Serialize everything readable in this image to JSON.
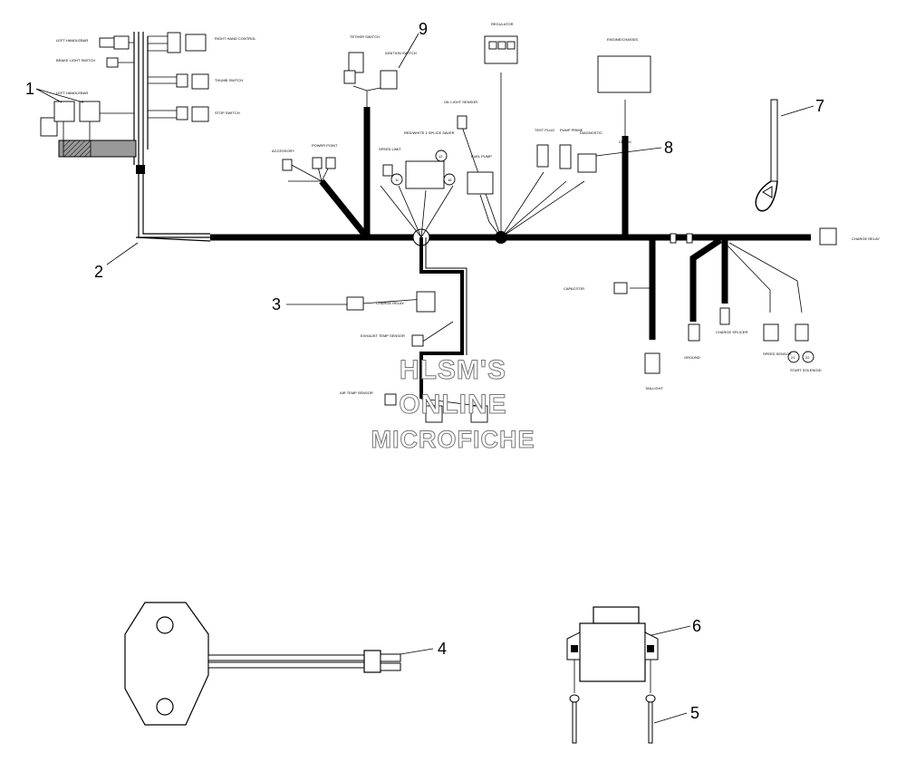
{
  "callouts": {
    "c1": "1",
    "c2": "2",
    "c3": "3",
    "c4": "4",
    "c5": "5",
    "c6": "6",
    "c7": "7",
    "c8": "8",
    "c9": "9"
  },
  "connector_labels": {
    "left_handlebar": "LEFT HANDLEBAR",
    "brake_light_switch": "BRAKE LIGHT SWITCH",
    "right_hand_control": "RIGHT HAND CONTROL",
    "thumb_switch": "THUMB SWITCH",
    "stop_switch": "STOP SWITCH",
    "left_handlebar_2": "LEFT HANDLEBAR",
    "tether_switch": "TETHER SWITCH",
    "ignition_switch": "IGNITION SWITCH",
    "regulator": "REGULATOR",
    "engine_chassis": "ENGINE/CHASSIS",
    "oil_light_sensor": "OIL LIGHT SENSOR",
    "accessory": "ACCESSORY",
    "power_point": "POWER POINT",
    "speed_limit": "SPEED LIMIT",
    "splice_saver": "RED/WHITE 1 SPLICE SAVER",
    "fuel_pump": "FUEL PUMP",
    "test_plug": "TEST PLUG",
    "fuel_pump_prime": "PUMP PRIME",
    "diagnostic": "DIAGNOSTIC",
    "check": "CHECK",
    "charge_relay_right": "CHARGE RELAY",
    "capacitor": "CAPACITOR",
    "charge_relay_left": "CHARGE RELAY",
    "exhaust_temp_sensor": "EXHAUST TEMP SENSOR",
    "air_temp_sensor": "AIR TEMP SENSOR",
    "taillight": "TAILLIGHT",
    "ground": "GROUND",
    "charge_splicer": "CHARGE SPLICER",
    "speed_sensor": "SPEED SENSOR",
    "start_solenoid": "START SOLENOID",
    "n11": "11",
    "n12": "12",
    "n15": "15",
    "n16": "16",
    "n21": "21",
    "n22": "22"
  },
  "watermark": {
    "line1": "HLSM'S",
    "line2": "ONLINE",
    "line3": "MICROFICHE"
  }
}
